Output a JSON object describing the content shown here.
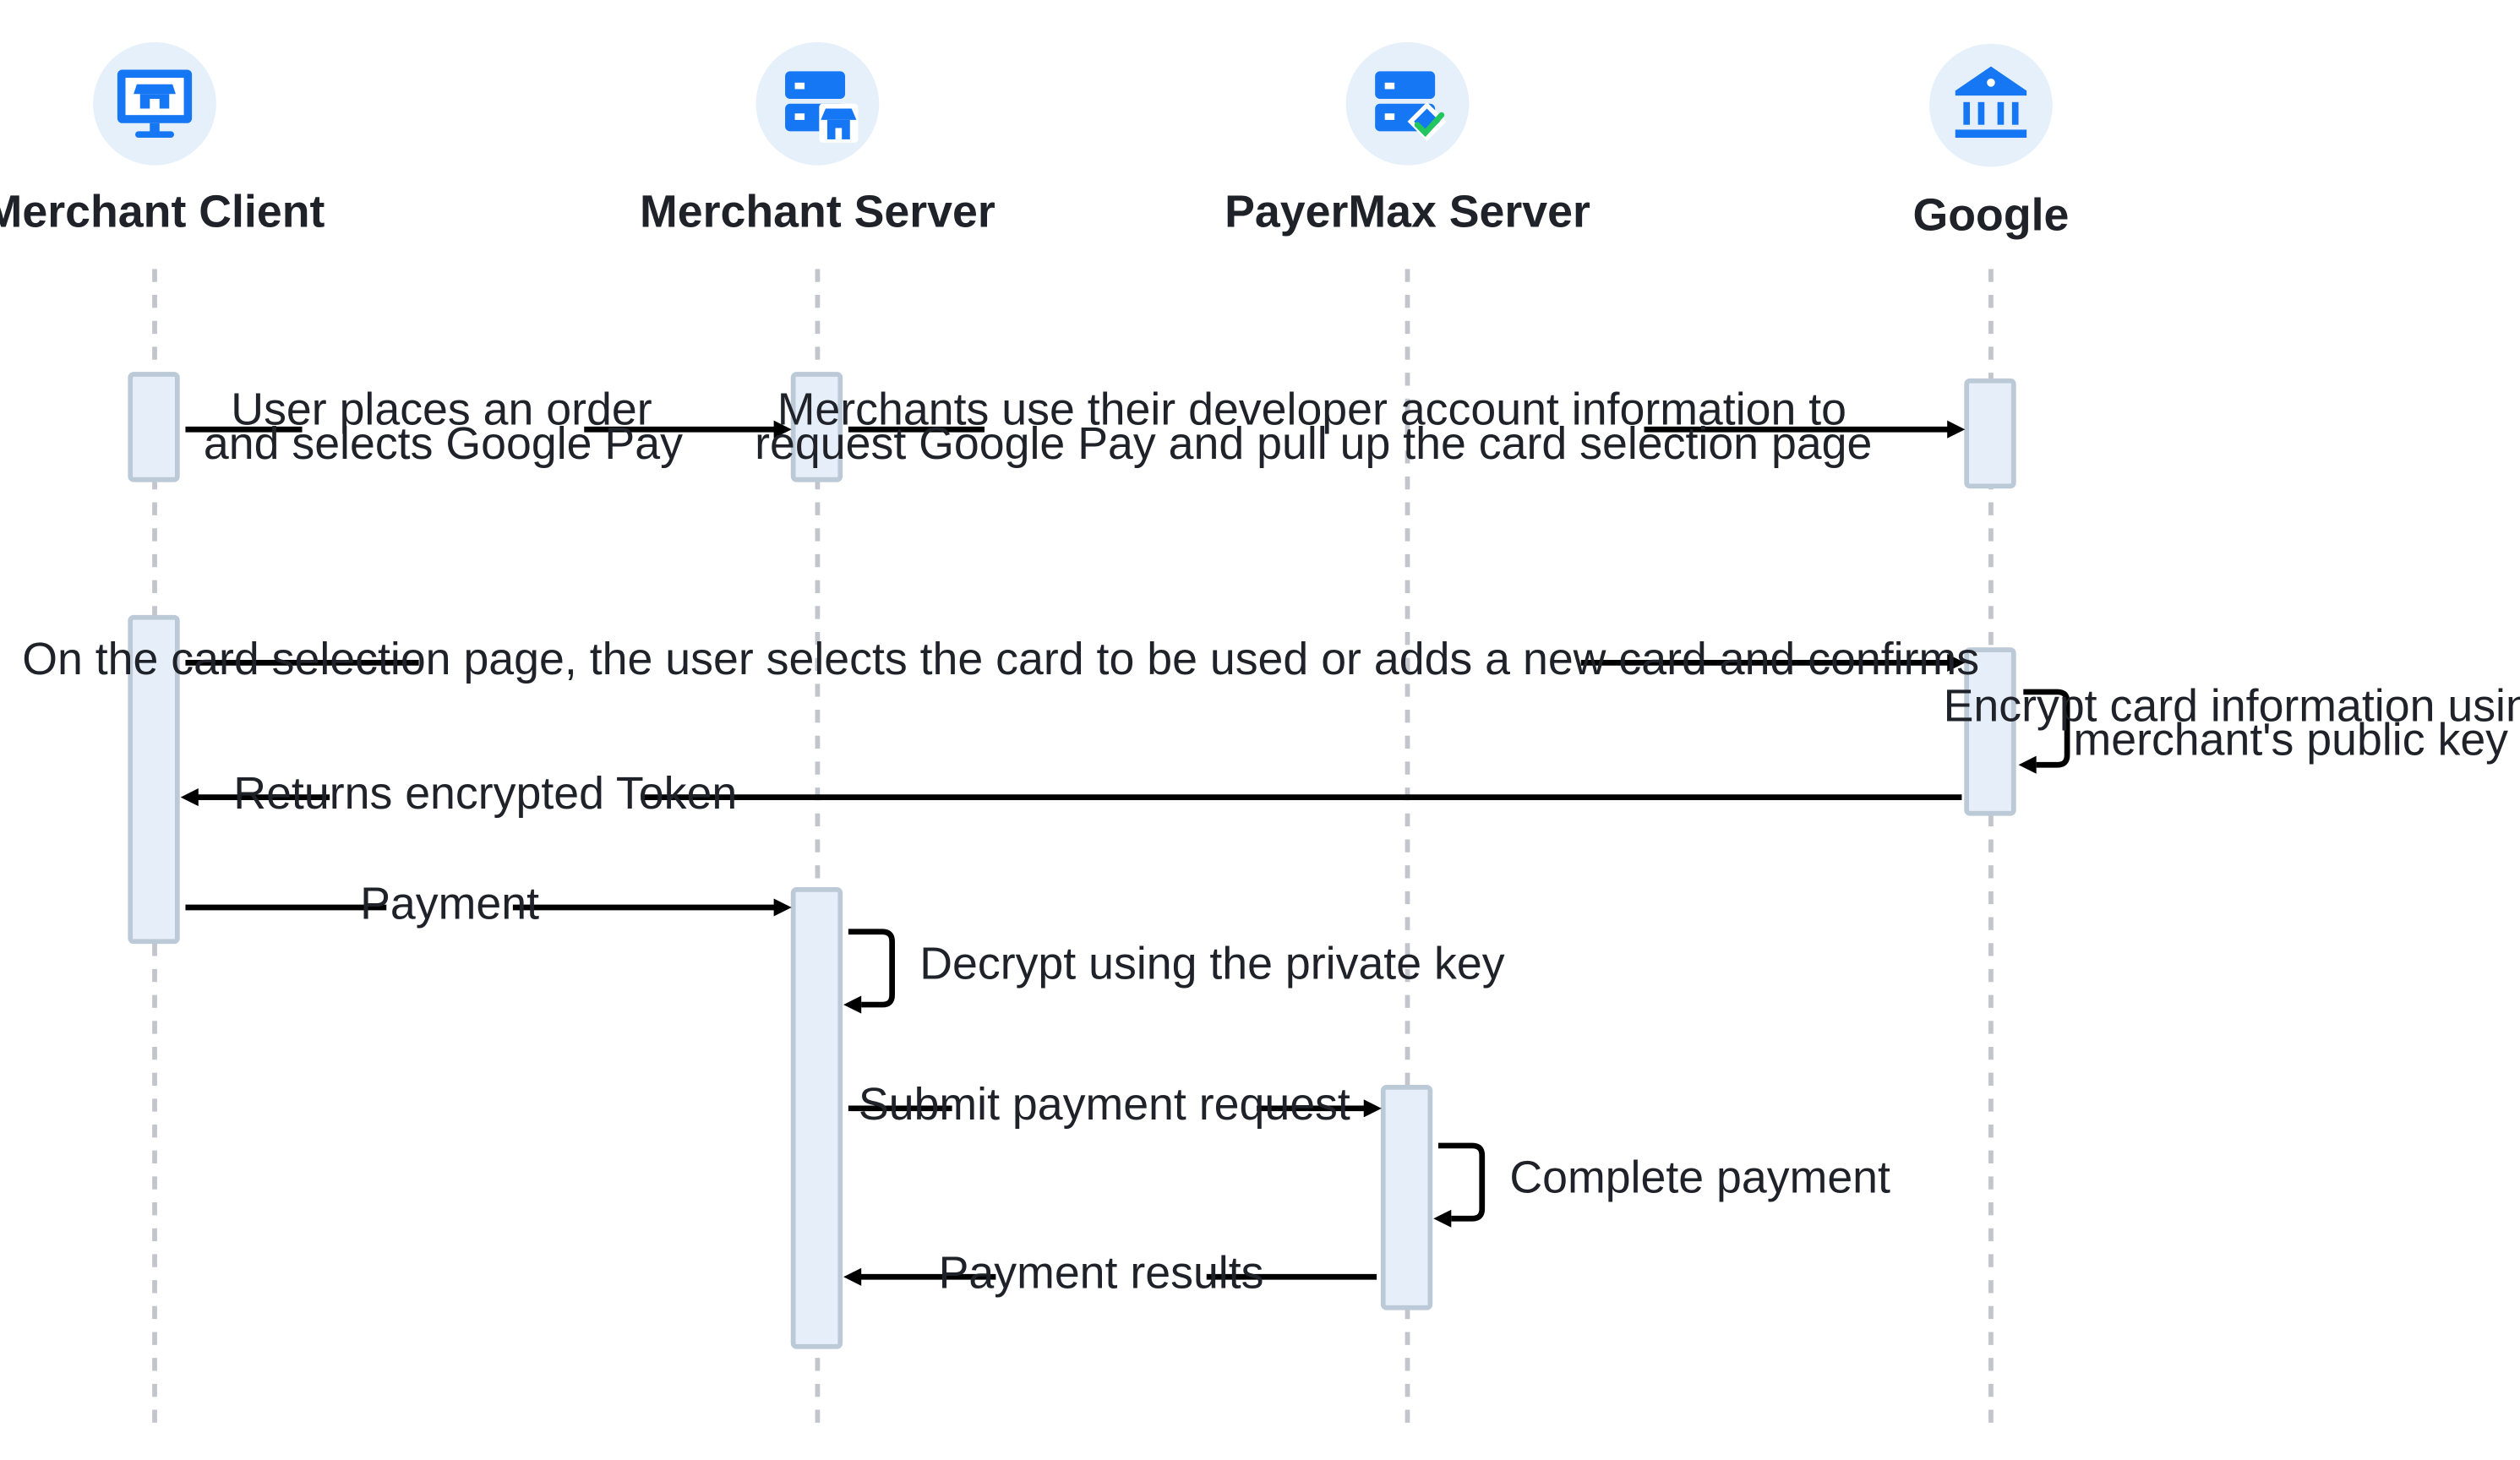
{
  "colors": {
    "accent": "#1677f5",
    "icon_bg": "#e6f0fb",
    "activation_fill": "#e6eff9",
    "activation_stroke": "#bccad8",
    "lifeline": "#c2c6cc",
    "check": "#22c55e"
  },
  "participants": [
    {
      "name": "Merchant Client",
      "icon": "merchant-client-icon"
    },
    {
      "name": "Merchant Server",
      "icon": "merchant-server-icon"
    },
    {
      "name": "PayerMax Server",
      "icon": "payermax-server-icon"
    },
    {
      "name": "Google",
      "icon": "bank-icon"
    }
  ],
  "messages": [
    {
      "from": "Merchant Client",
      "to": "Merchant Server",
      "lines": [
        "User places an order",
        "and selects Google Pay"
      ]
    },
    {
      "from": "Merchant Server",
      "to": "Google",
      "lines": [
        "Merchants use their developer account information to",
        "request Google Pay and pull up the card selection page"
      ]
    },
    {
      "from": "Merchant Client",
      "to": "Google",
      "lines": [
        "On the card selection page, the user selects the card to be used or adds a new card and confirms"
      ]
    },
    {
      "from": "Google",
      "to": "Google",
      "lines": [
        "Encrypt card information using the",
        "merchant's public key"
      ]
    },
    {
      "from": "Google",
      "to": "Merchant Client",
      "lines": [
        "Returns encrypted Token"
      ]
    },
    {
      "from": "Merchant Client",
      "to": "Merchant Server",
      "lines": [
        "Payment"
      ]
    },
    {
      "from": "Merchant Server",
      "to": "Merchant Server",
      "lines": [
        "Decrypt using the private key"
      ]
    },
    {
      "from": "Merchant Server",
      "to": "PayerMax Server",
      "lines": [
        "Submit payment request"
      ]
    },
    {
      "from": "PayerMax Server",
      "to": "PayerMax Server",
      "lines": [
        "Complete payment"
      ]
    },
    {
      "from": "PayerMax Server",
      "to": "Merchant Server",
      "lines": [
        "Payment results"
      ]
    }
  ]
}
